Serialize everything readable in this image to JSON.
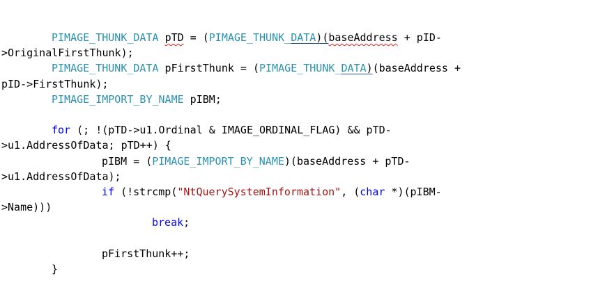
{
  "document": {
    "lines": [
      {
        "indent": 1,
        "parts": [
          {
            "t": "PIMAGE_THUNK_DATA",
            "c": "typ"
          },
          {
            "t": " "
          },
          {
            "t": "pTD",
            "c": "squiggle"
          },
          {
            "t": " = ("
          },
          {
            "t": "PIMAGE_THUNK_",
            "c": "typ"
          },
          {
            "t": "DATA",
            "c": "typ dashed"
          },
          {
            "t": ")(",
            "c": "dashed"
          },
          {
            "t": "baseAddress",
            "c": "squiggle"
          },
          {
            "t": " + pID-"
          }
        ]
      },
      {
        "indent": 0,
        "parts": [
          {
            "t": ">OriginalFirstThunk);"
          }
        ]
      },
      {
        "indent": 1,
        "parts": [
          {
            "t": "PIMAGE_THUNK_DATA",
            "c": "typ"
          },
          {
            "t": " pFirstThunk = ("
          },
          {
            "t": "PIMAGE_THUNK_",
            "c": "typ"
          },
          {
            "t": "DATA",
            "c": "typ dashed"
          },
          {
            "t": ")",
            "c": "dashed"
          },
          {
            "t": "(baseAddress +"
          }
        ]
      },
      {
        "indent": 0,
        "parts": [
          {
            "t": "pID->FirstThunk);"
          }
        ]
      },
      {
        "indent": 1,
        "parts": [
          {
            "t": "PIMAGE_IMPORT_BY_NAME",
            "c": "typ"
          },
          {
            "t": " pIBM;"
          }
        ]
      },
      {
        "indent": 0,
        "parts": []
      },
      {
        "indent": 1,
        "parts": [
          {
            "t": "for",
            "c": "kw"
          },
          {
            "t": " (; !(pTD->u1.Ordinal & IMAGE_ORDINAL_FLAG) && pTD-"
          }
        ]
      },
      {
        "indent": 0,
        "parts": [
          {
            "t": ">u1.AddressOfData; pTD++) {"
          }
        ]
      },
      {
        "indent": 2,
        "parts": [
          {
            "t": "pIBM = ("
          },
          {
            "t": "PIMAGE_IMPORT_BY_NAME",
            "c": "typ"
          },
          {
            "t": ")(baseAddress + pTD-"
          }
        ]
      },
      {
        "indent": 0,
        "parts": [
          {
            "t": ">u1.AddressOfData);"
          }
        ]
      },
      {
        "indent": 2,
        "parts": [
          {
            "t": "if",
            "c": "kw"
          },
          {
            "t": " (!strcmp("
          },
          {
            "t": "\"NtQuerySystemInformation\"",
            "c": "str"
          },
          {
            "t": ", ("
          },
          {
            "t": "char",
            "c": "kw"
          },
          {
            "t": " *)(pIBM-"
          }
        ]
      },
      {
        "indent": 0,
        "parts": [
          {
            "t": ">Name)))"
          }
        ]
      },
      {
        "indent": 3,
        "parts": [
          {
            "t": "break",
            "c": "kw"
          },
          {
            "t": ";"
          }
        ]
      },
      {
        "indent": 0,
        "parts": []
      },
      {
        "indent": 2,
        "parts": [
          {
            "t": "pFirstThunk++;"
          }
        ]
      },
      {
        "indent": 1,
        "parts": [
          {
            "t": "}"
          }
        ]
      }
    ]
  }
}
